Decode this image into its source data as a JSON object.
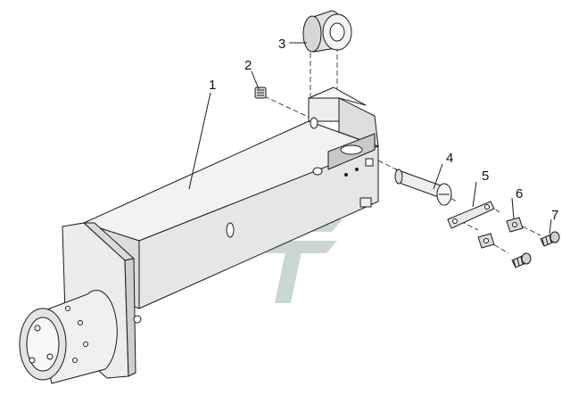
{
  "diagram": {
    "callouts": [
      {
        "id": "part-1",
        "label": "1"
      },
      {
        "id": "part-2",
        "label": "2"
      },
      {
        "id": "part-3",
        "label": "3"
      },
      {
        "id": "part-4",
        "label": "4"
      },
      {
        "id": "part-5",
        "label": "5"
      },
      {
        "id": "part-6",
        "label": "6"
      },
      {
        "id": "part-7",
        "label": "7"
      }
    ],
    "colors": {
      "line": "#1a1a1a",
      "face_light": "#f7f7f7",
      "face_mid": "#e9e9e9",
      "face_dark": "#d4d4d4",
      "watermark": "#b9c9c4"
    }
  }
}
